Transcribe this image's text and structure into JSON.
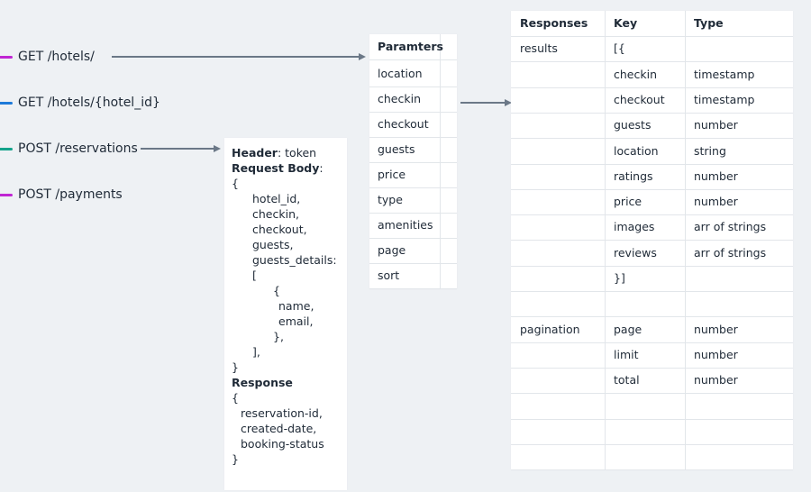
{
  "colors": {
    "get_stub": "#c026d3",
    "get_id_stub": "#1d7ad9",
    "post_res_stub": "#14a38b",
    "post_pay_stub": "#c026d3",
    "arrow": "#6b7887"
  },
  "endpoints": [
    {
      "label": "GET /hotels/"
    },
    {
      "label": "GET /hotels/{hotel_id}"
    },
    {
      "label": "POST /reservations"
    },
    {
      "label": "POST /payments"
    }
  ],
  "request_card": {
    "header_label": "Header",
    "header_value": ": token",
    "body_label": "Request Body",
    "body_suffix": ":",
    "open_brace": "{",
    "fields": [
      "hotel_id,",
      "checkin,",
      "checkout,",
      "guests,",
      "guests_details:"
    ],
    "array_open": "[",
    "inner_open": "{",
    "inner_fields": [
      "name,",
      "email,"
    ],
    "inner_close": "},",
    "array_close": "],",
    "close_brace": "}",
    "response_label": "Response",
    "resp_open": "{",
    "resp_fields": [
      "reservation-id,",
      "created-date,",
      "booking-status"
    ],
    "resp_close": "}"
  },
  "params": {
    "header": "Paramters",
    "items": [
      "location",
      "checkin",
      "checkout",
      "guests",
      "price",
      "type",
      "amenities",
      "page",
      "sort"
    ]
  },
  "responses": {
    "headers": [
      "Responses",
      "Key",
      "Type"
    ],
    "rows": [
      [
        "results",
        "[{",
        ""
      ],
      [
        "",
        "checkin",
        "timestamp"
      ],
      [
        "",
        "checkout",
        "timestamp"
      ],
      [
        "",
        "guests",
        "number"
      ],
      [
        "",
        "location",
        "string"
      ],
      [
        "",
        "ratings",
        "number"
      ],
      [
        "",
        "price",
        "number"
      ],
      [
        "",
        "images",
        "arr of strings"
      ],
      [
        "",
        "reviews",
        "arr of strings"
      ],
      [
        "",
        "}]",
        ""
      ],
      [
        "",
        "",
        ""
      ],
      [
        "pagination",
        "page",
        "number"
      ],
      [
        "",
        "limit",
        "number"
      ],
      [
        "",
        "total",
        "number"
      ],
      [
        "",
        "",
        ""
      ],
      [
        "",
        "",
        ""
      ],
      [
        "",
        "",
        ""
      ]
    ]
  }
}
